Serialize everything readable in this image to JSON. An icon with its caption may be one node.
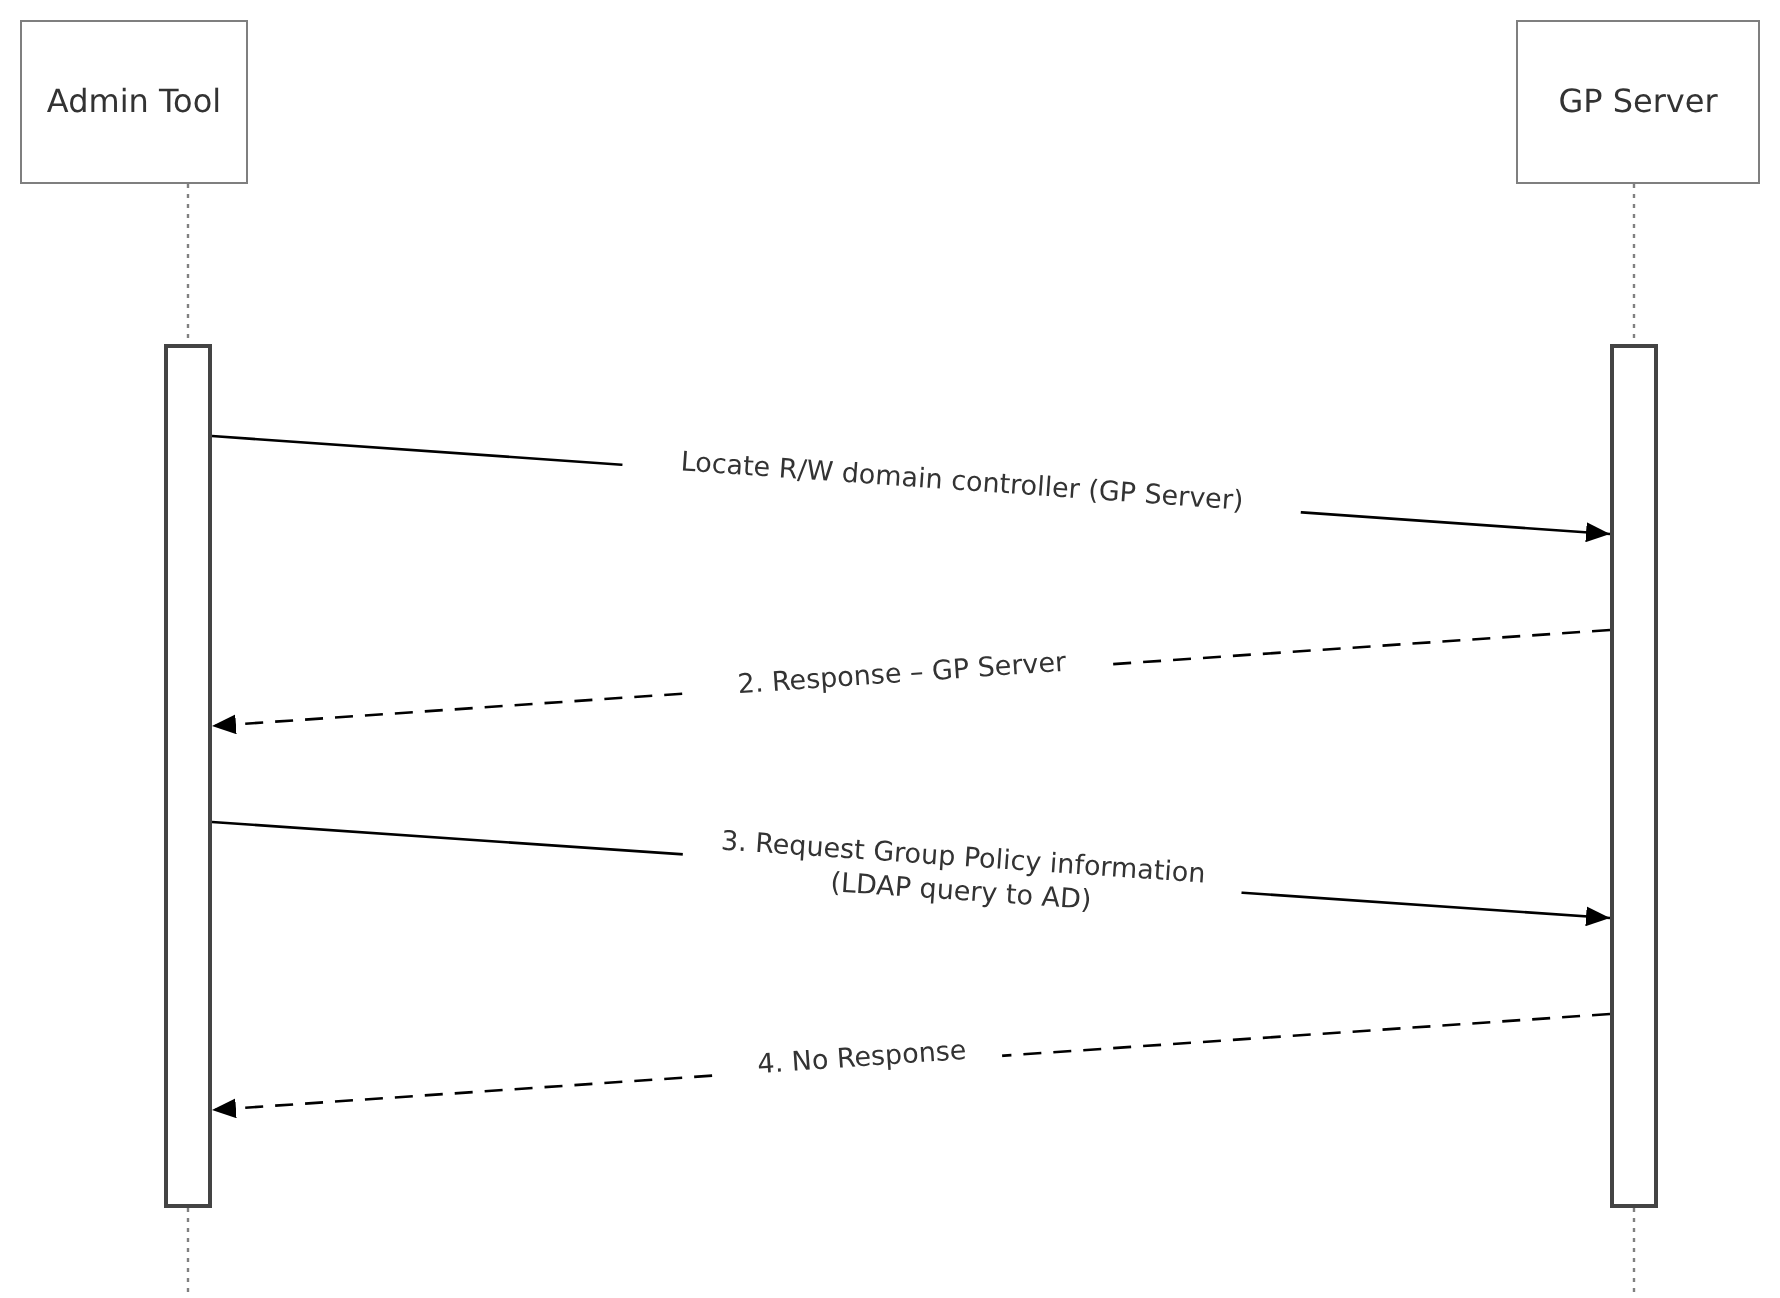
{
  "diagram": {
    "nodes": [
      {
        "text": [
          "Admin Tool"
        ]
      },
      {
        "text": [
          "GP Server"
        ]
      },
      {
        "text": [],
        "shape": "bar"
      },
      {
        "text": [],
        "shape": "bar"
      }
    ],
    "edges": [
      {
        "from": 2,
        "to": 3,
        "arrow": "to",
        "label": "Locate R/W domain controller (GP Server)"
      },
      {
        "from": 3,
        "to": 2,
        "arrow": "to",
        "style": "dashed",
        "label": "2. Response – GP Server"
      },
      {
        "from": 2,
        "to": 3,
        "arrow": "to",
        "label": "3. Request Group Policy information (LDAP query to AD)"
      },
      {
        "from": 3,
        "to": 2,
        "arrow": "to",
        "style": "dashed",
        "label": "4. No Response"
      },
      {
        "from": 0,
        "to": 2,
        "arrow": "none",
        "style": "dashed",
        "color": "#808080"
      },
      {
        "from": 1,
        "to": 3,
        "arrow": "none",
        "style": "dashed",
        "color": "#808080"
      },
      {
        "from": 2,
        "to": null,
        "arrow": "none",
        "style": "dashed",
        "color": "#808080"
      },
      {
        "from": 3,
        "to": null,
        "arrow": "none",
        "style": "dashed",
        "color": "#808080"
      }
    ]
  }
}
